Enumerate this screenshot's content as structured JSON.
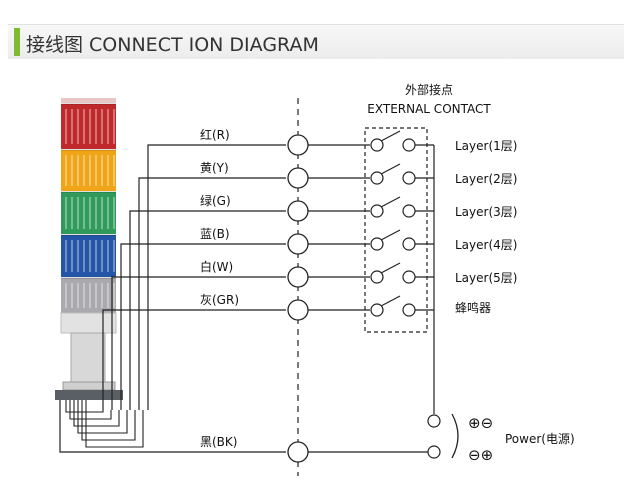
{
  "header": {
    "title": "接线图 CONNECT ION DIAGRAM",
    "accent_color": "#7dbb2f"
  },
  "external_contact": {
    "title_cn": "外部接点",
    "title_en": "EXTERNAL CONTACT"
  },
  "wires": [
    {
      "label": "红(R)",
      "color": "#c0292b"
    },
    {
      "label": "黄(Y)",
      "color": "#f0a417"
    },
    {
      "label": "绿(G)",
      "color": "#2f9a5a"
    },
    {
      "label": "蓝(B)",
      "color": "#2455a6"
    },
    {
      "label": "白(W)",
      "color": "#a9a9ae"
    },
    {
      "label": "灰(GR)",
      "color": ""
    }
  ],
  "common_wire": {
    "label": "黑(BK)"
  },
  "outputs": [
    "Layer(1层)",
    "Layer(2层)",
    "Layer(3层)",
    "Layer(4层)",
    "Layer(5层)",
    "蜂鸣器"
  ],
  "power": {
    "label": "Power(电源)",
    "symbol_top": "⊕⊖",
    "symbol_bottom": "⊖⊕"
  }
}
